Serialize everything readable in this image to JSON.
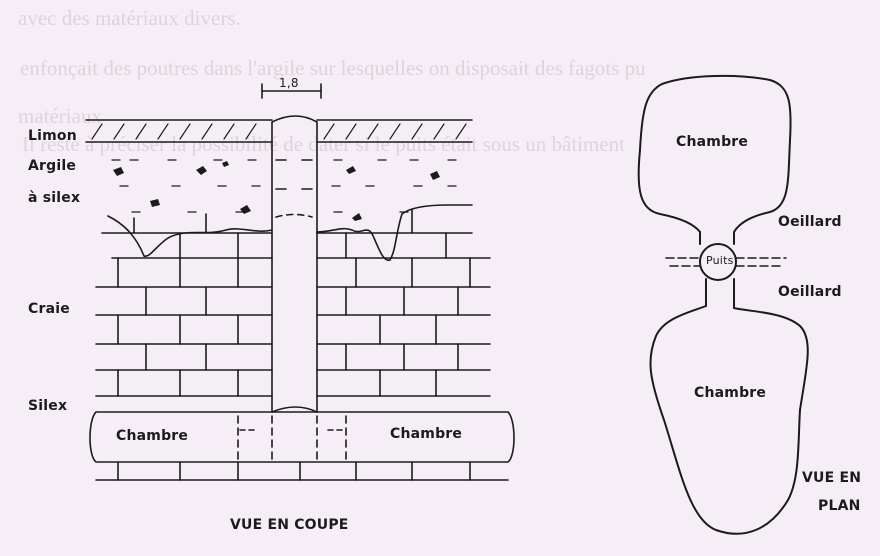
{
  "background_text": [
    "avec des matériaux divers.",
    "enfonçait des poutres dans l'argile sur lesquelles on disposait des fagots pu",
    "matériaux",
    "Il reste à préciser la possibilité de dater si le puits était sous un bâtiment"
  ],
  "section": {
    "dimension": "1,8",
    "labels": {
      "limon": "Limon",
      "argile_l1": "Argile",
      "argile_l2": "à silex",
      "craie": "Craie",
      "silex": "Silex",
      "chambre_left": "Chambre",
      "chambre_right": "Chambre"
    },
    "caption": "VUE EN COUPE"
  },
  "plan": {
    "chambre_top": "Chambre",
    "oeillard_top": "Oeillard",
    "puits": "Puits",
    "oeillard_bottom": "Oeillard",
    "chambre_bottom": "Chambre",
    "caption_l1": "VUE EN",
    "caption_l2": "PLAN"
  }
}
